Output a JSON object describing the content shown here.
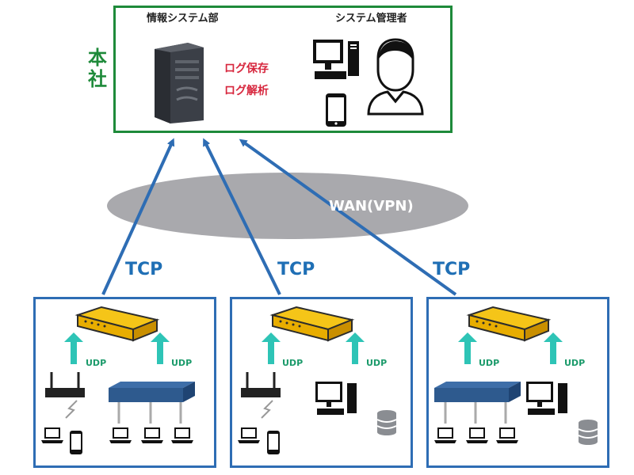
{
  "hq": {
    "label": "本社",
    "department": "情報システム部",
    "admin": "システム管理者",
    "functions": [
      "ログ保存",
      "ログ解析"
    ]
  },
  "wan": {
    "label": "WAN(VPN)"
  },
  "links": {
    "tcp_label": "TCP",
    "udp_label": "UDP"
  },
  "colors": {
    "hq_border": "#1e8a3a",
    "branch_border": "#2e6db4",
    "tcp_arrow": "#2e6db4",
    "udp_arrow": "#2ec4b6",
    "function_text": "#d7263d",
    "wan_cloud": "#a9a9ad",
    "router_body": "#f2b705"
  },
  "icons": [
    "server-icon",
    "desktop-pc-icon",
    "smartphone-icon",
    "user-icon",
    "router-icon",
    "wireless-ap-icon",
    "switch-icon",
    "laptop-icon",
    "database-icon"
  ]
}
